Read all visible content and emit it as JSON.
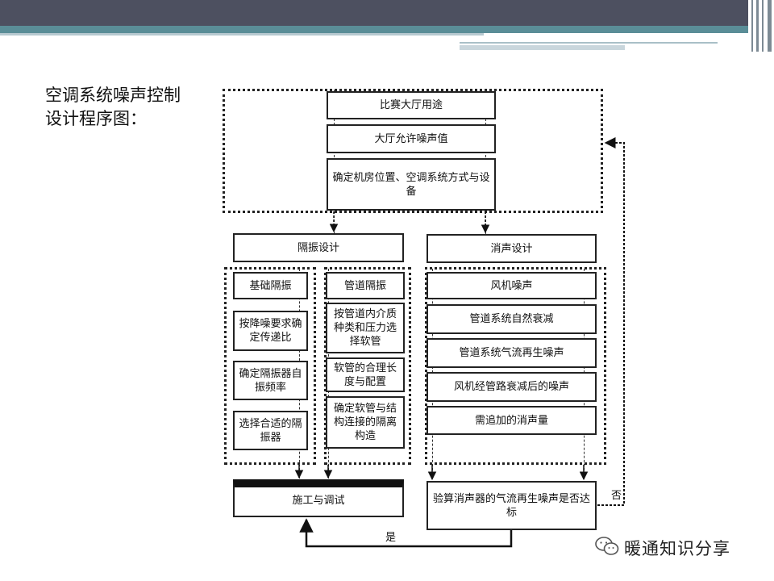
{
  "slide": {
    "title": "空调系统噪声控制设计程序图："
  },
  "diagram": {
    "top_steps": [
      "比赛大厅用途",
      "大厅允许噪声值",
      "确定机房位置、空调系统方式与设备"
    ],
    "vibration": {
      "header": "隔振设计",
      "foundation": [
        "基础隔振",
        "按降噪要求确定传递比",
        "确定隔振器自振频率",
        "选择合适的隔振器"
      ],
      "duct": [
        "管道隔振",
        "按管道内介质种类和压力选择软管",
        "软管的合理长度与配置",
        "确定软管与结构连接的隔离构造"
      ]
    },
    "noise": {
      "header": "消声设计",
      "steps": [
        "风机噪声",
        "管道系统自然衰减",
        "管道系统气流再生噪声",
        "风机经管路衰减后的噪声",
        "需追加的消声量"
      ]
    },
    "construction": "施工与调试",
    "verify": "验算消声器的气流再生噪声是否达标",
    "yes": "是",
    "no": "否"
  },
  "watermark": {
    "text": "暖通知识分享",
    "icon": "wechat-icon"
  }
}
